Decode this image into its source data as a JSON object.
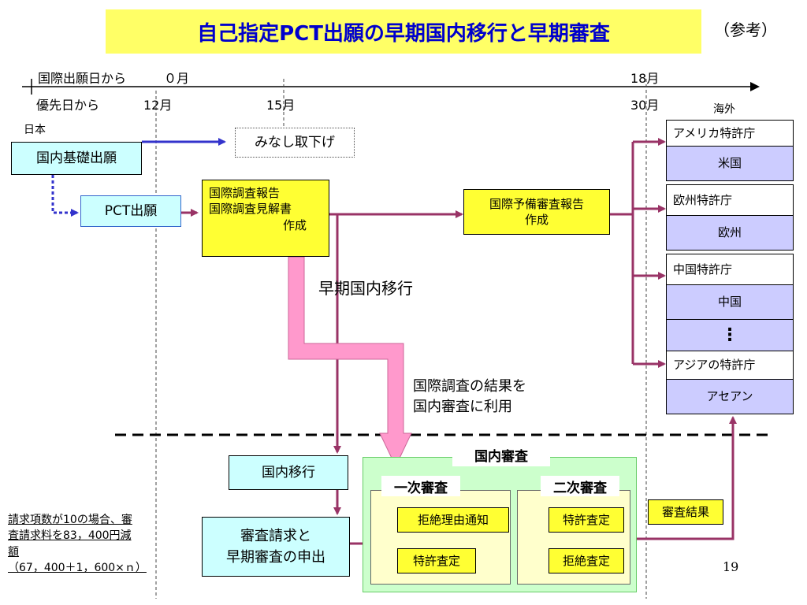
{
  "title": "自己指定PCT出願の早期国内移行と早期審査",
  "ref_label": "（参考）",
  "timeline": {
    "row1_label": "国際出願日から",
    "row1_start": "０月",
    "row1_end": "18月",
    "row2_label": "優先日から",
    "row2_t12": "12月",
    "row2_t15": "15月",
    "row2_t30": "30月"
  },
  "japan_label": "日本",
  "overseas_label": "海外",
  "boxes": {
    "domestic_basic": "国内基礎出願",
    "deemed_withdrawal": "みなし取下げ",
    "pct_filing": "PCT出願",
    "isr_line1": "国際調査報告",
    "isr_line2": "国際調査見解書",
    "isr_line3": "作成",
    "iprp_line1": "国際予備審査報告",
    "iprp_line2": "作成",
    "national_entry": "国内移行",
    "exam_req_line1": "審査請求と",
    "exam_req_line2": "早期審査の申出",
    "national_exam": "国内審査",
    "first_exam": "一次審査",
    "second_exam": "二次審査",
    "rejection_notice": "拒絶理由通知",
    "grant_1": "特許査定",
    "grant_2": "特許査定",
    "rejection_decision": "拒絶査定",
    "exam_result": "審査結果"
  },
  "annotations": {
    "early_entry": "早期国内移行",
    "use_results_line1": "国際調査の結果を",
    "use_results_line2": "国内審査に利用"
  },
  "overseas": [
    {
      "office": "アメリカ特許庁",
      "country": "米国"
    },
    {
      "office": "欧州特許庁",
      "country": "欧州"
    },
    {
      "office": "中国特許庁",
      "country": "中国"
    },
    {
      "office": "アジアの特許庁",
      "country": "アセアン"
    }
  ],
  "ellipsis": "⋮",
  "note": {
    "line1": "請求項数が10の場合、審",
    "line2": "査請求料を83，400円減",
    "line3": "額",
    "line4": "（67，400＋1，600×ｎ）"
  },
  "page_number": "19",
  "colors": {
    "title_bg": "#ffff66",
    "title_text": "#0000cc",
    "arrow_blue": "#3333cc",
    "arrow_maroon": "#993366",
    "pink": "#ff99cc"
  }
}
